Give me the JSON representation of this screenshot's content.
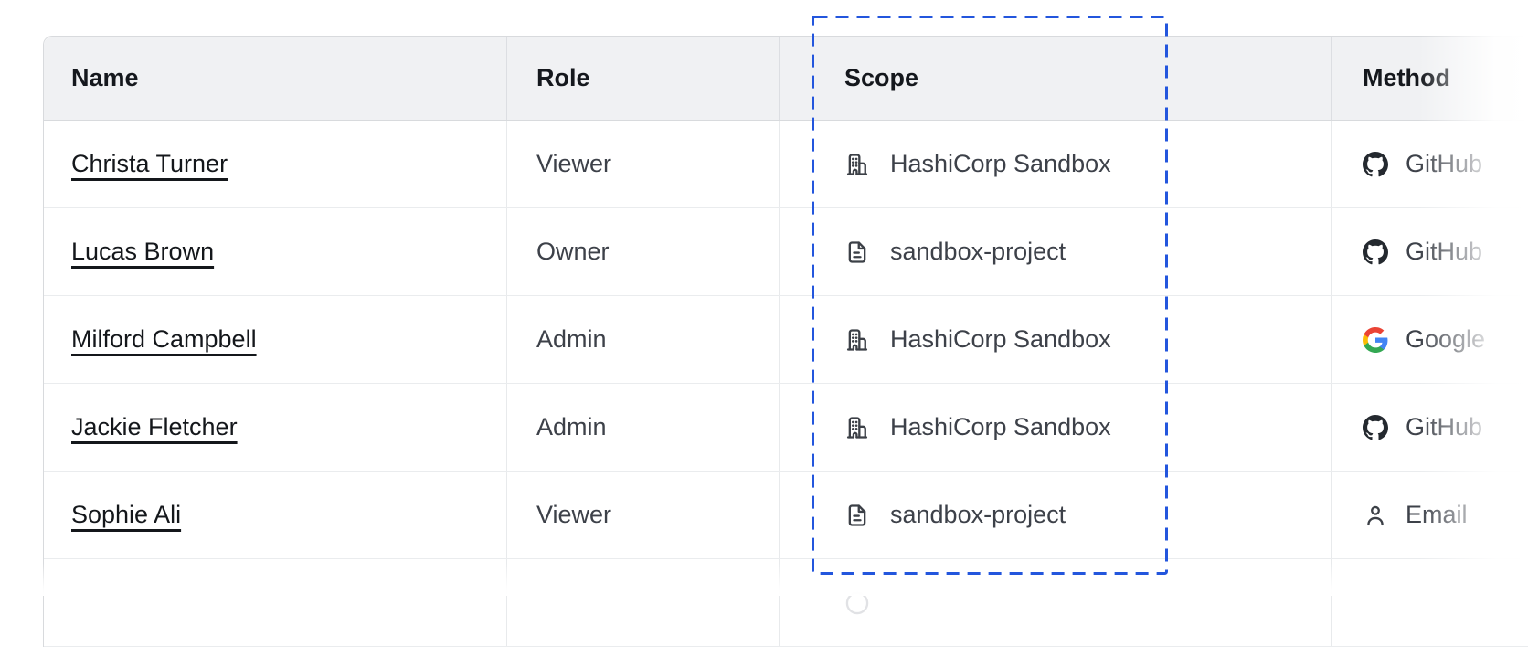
{
  "table": {
    "columns": [
      {
        "key": "name",
        "label": "Name"
      },
      {
        "key": "role",
        "label": "Role"
      },
      {
        "key": "scope",
        "label": "Scope"
      },
      {
        "key": "method",
        "label": "Method"
      }
    ],
    "rows": [
      {
        "name": "Christa Turner",
        "role": "Viewer",
        "scope": "HashiCorp Sandbox",
        "scope_icon": "org-building-icon",
        "method": "GitHub",
        "method_icon": "github-icon"
      },
      {
        "name": "Lucas Brown",
        "role": "Owner",
        "scope": "sandbox-project",
        "scope_icon": "file-document-icon",
        "method": "GitHub",
        "method_icon": "github-icon"
      },
      {
        "name": "Milford Campbell",
        "role": "Admin",
        "scope": "HashiCorp Sandbox",
        "scope_icon": "org-building-icon",
        "method": "Google",
        "method_icon": "google-icon"
      },
      {
        "name": "Jackie Fletcher",
        "role": "Admin",
        "scope": "HashiCorp Sandbox",
        "scope_icon": "org-building-icon",
        "method": "GitHub",
        "method_icon": "github-icon"
      },
      {
        "name": "Sophie Ali",
        "role": "Viewer",
        "scope": "sandbox-project",
        "scope_icon": "file-document-icon",
        "method": "Email",
        "method_icon": "email-person-icon"
      }
    ],
    "partial_next_row_visible": true
  },
  "annotation": {
    "type": "dashed-rectangle-highlight",
    "target": "scope-column",
    "color": "#2356dd"
  },
  "colors": {
    "header_background": "#f0f1f3",
    "table_border": "#d8dadd",
    "row_divider": "#eaecee",
    "header_text": "#15181d",
    "cell_text": "#3d4149",
    "name_link_text": "#14171b",
    "icon_stroke": "#3c4047",
    "github_mark": "#24292f",
    "google_blue": "#4285F4",
    "google_green": "#34A853",
    "google_yellow": "#FBBC05",
    "google_red": "#EA4335",
    "highlight_blue": "#2356dd"
  }
}
